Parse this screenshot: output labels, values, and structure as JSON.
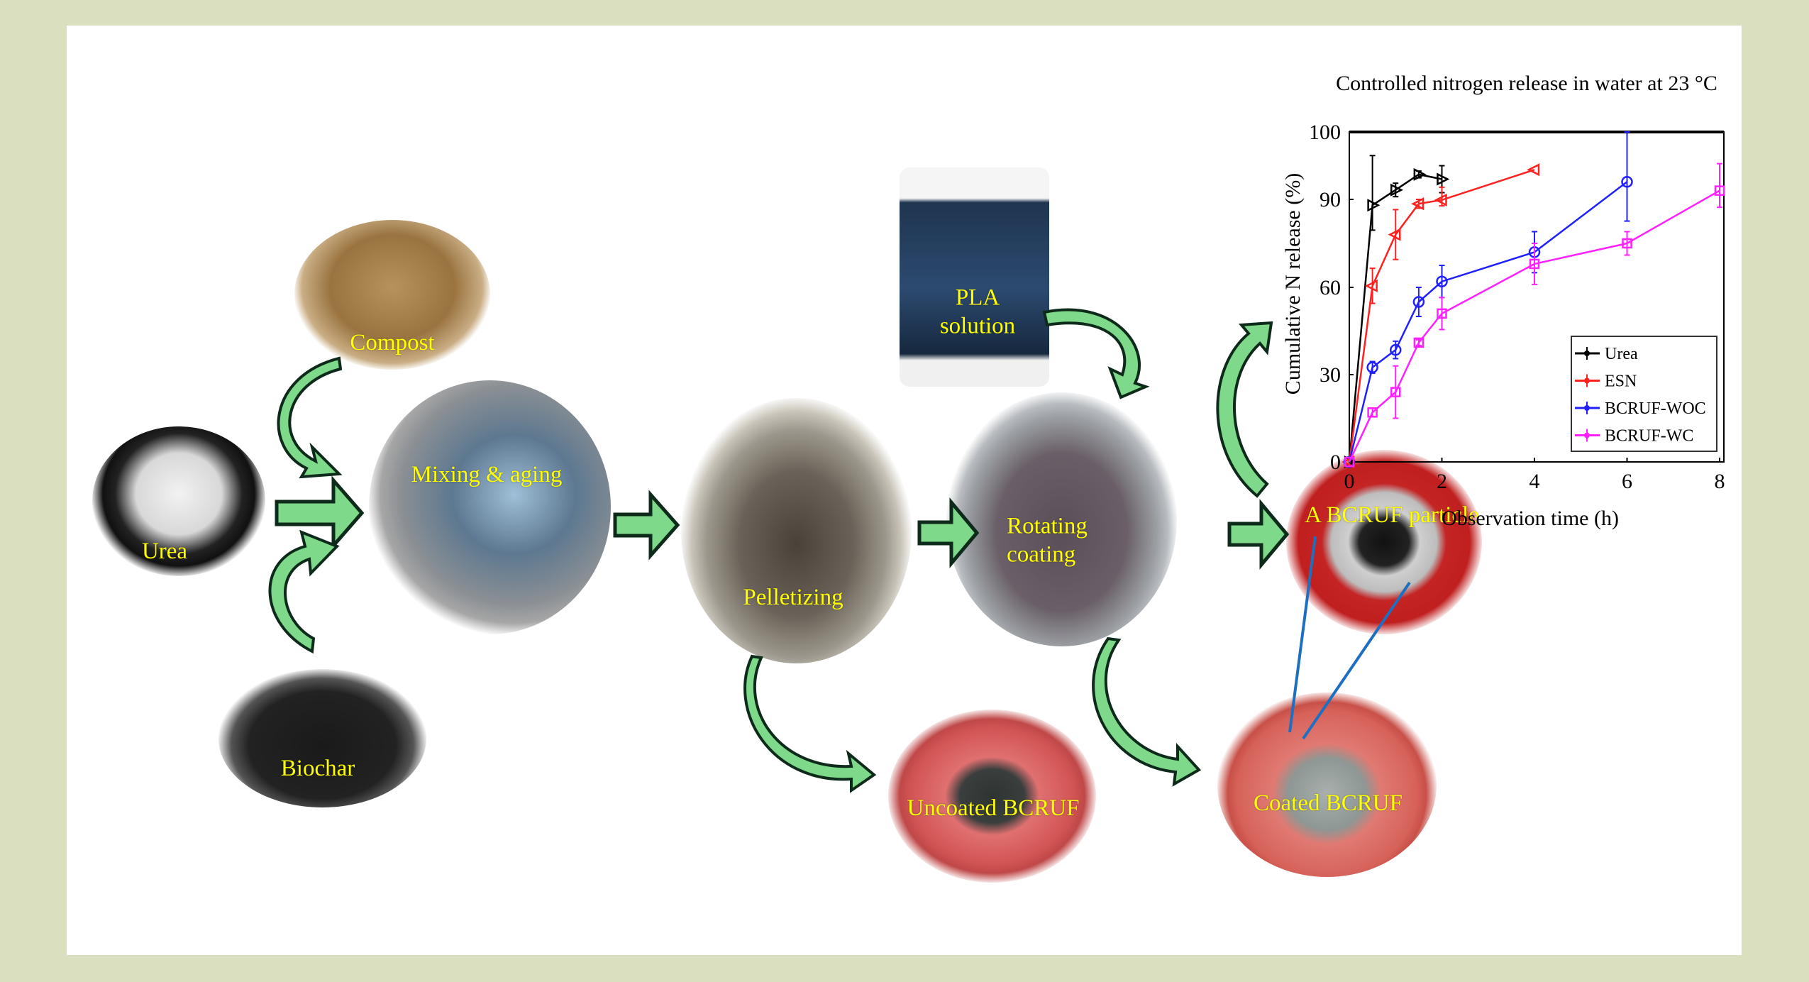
{
  "labels": {
    "compost": "Compost",
    "urea": "Urea",
    "biochar": "Biochar",
    "mixing": "Mixing & aging",
    "pelletizing": "Pelletizing",
    "pla_line1": "PLA",
    "pla_line2": "solution",
    "rotating_line1": "Rotating",
    "rotating_line2": "coating",
    "particle": "A BCRUF particle",
    "uncoated": "Uncoated BCRUF",
    "coated": "Coated BCRUF"
  },
  "colors": {
    "background": "#d9dfbf",
    "arrow_fill": "#7fd98a",
    "arrow_stroke": "#0d2a1a",
    "label": "#ffff00",
    "connector": "#1e6fc0"
  },
  "chart_data": {
    "type": "line",
    "title": "Controlled nitrogen release in water at 23 °C",
    "xlabel": "Observation time (h)",
    "ylabel": "Cumulative N release (%)",
    "xlim": [
      0,
      8
    ],
    "ylim": [
      0,
      100
    ],
    "xticks": [
      "0",
      "2",
      "4",
      "6",
      "8"
    ],
    "yticks": [
      "0",
      "30",
      "60",
      "90",
      "100"
    ],
    "legend_position": "bottom-right",
    "series": [
      {
        "name": "Urea",
        "color": "#000000",
        "marker": "triangle-right",
        "x": [
          0,
          0.5,
          1,
          1.5,
          2
        ],
        "y": [
          0,
          88,
          91.4,
          93.7,
          93
        ],
        "err": [
          0,
          8.5,
          1,
          0.5,
          2
        ]
      },
      {
        "name": "ESN",
        "color": "#ff2020",
        "marker": "triangle-left",
        "x": [
          0,
          0.5,
          1,
          1.5,
          2,
          4
        ],
        "y": [
          0,
          60.5,
          78,
          88.5,
          89.8,
          94.4
        ],
        "err": [
          0,
          6,
          8.5,
          1.5,
          2,
          0
        ]
      },
      {
        "name": "BCRUF-WOC",
        "color": "#2020ff",
        "marker": "circle",
        "x": [
          0,
          0.5,
          1,
          1.5,
          2,
          4,
          6
        ],
        "y": [
          0,
          32.5,
          38.5,
          55,
          62,
          72,
          92.6
        ],
        "err": [
          0,
          2,
          3,
          5,
          5.5,
          7,
          10
        ]
      },
      {
        "name": "BCRUF-WC",
        "color": "#ff20ff",
        "marker": "square",
        "x": [
          0,
          0.5,
          1,
          1.5,
          2,
          4,
          6,
          8
        ],
        "y": [
          0,
          17,
          24,
          41,
          51,
          68,
          75,
          91.3
        ],
        "err": [
          0,
          1.5,
          9,
          1,
          5.5,
          7,
          4,
          4
        ]
      }
    ]
  }
}
